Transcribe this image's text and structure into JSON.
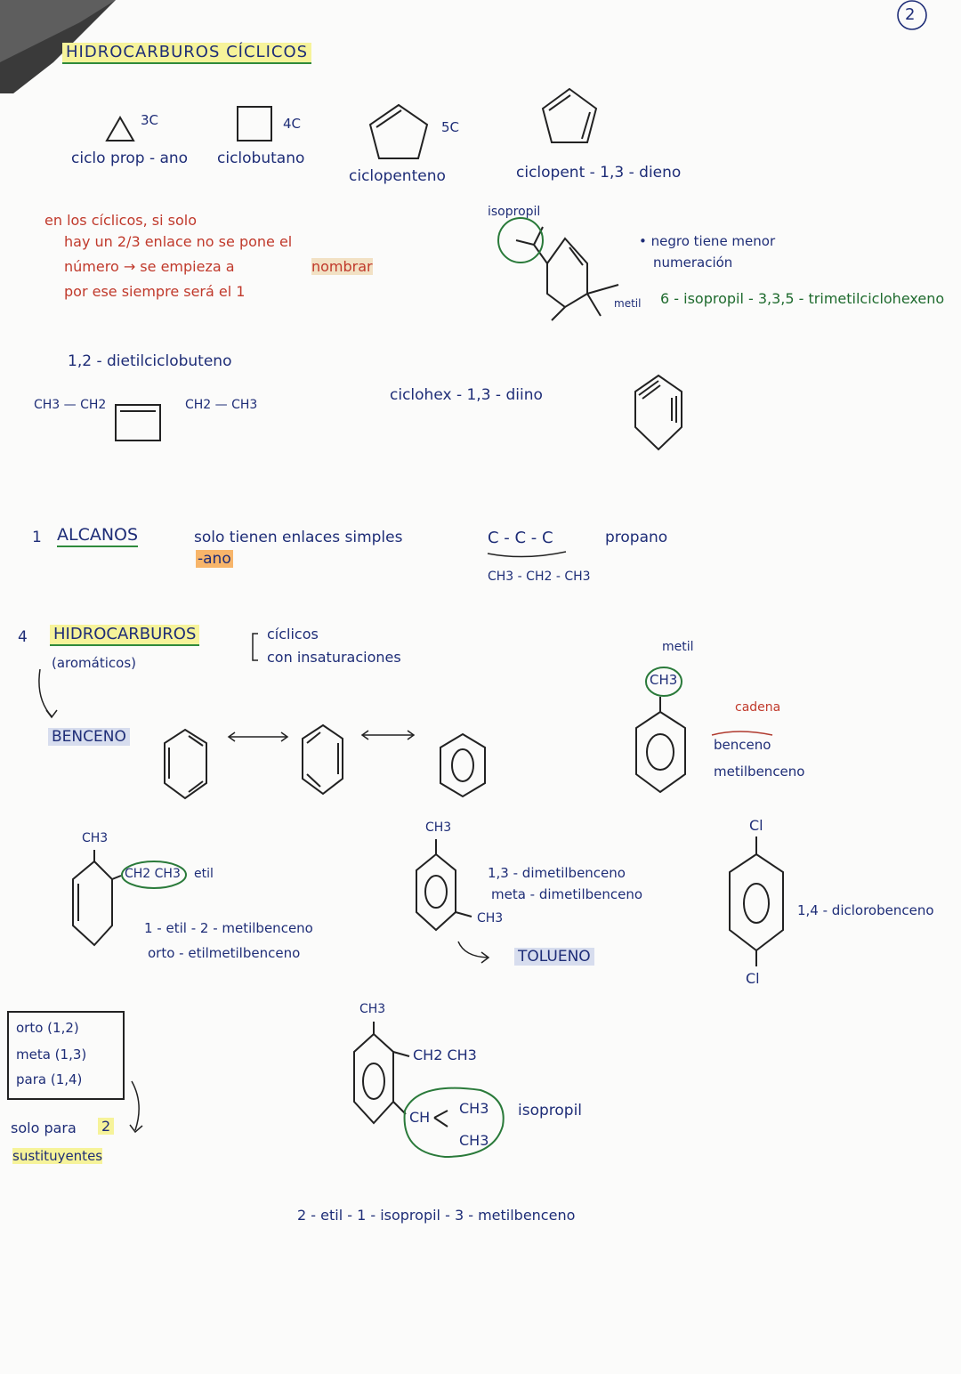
{
  "page_number": "2",
  "cyclic": {
    "heading": "HIDROCARBUROS CÍCLICOS",
    "triangle_count": "3C",
    "triangle_name": "ciclo prop - ano",
    "square_count": "4C",
    "square_name": "ciclobutano",
    "pentene_count": "5C",
    "pentene_name": "ciclopenteno",
    "pentadiene_name": "ciclopent - 1,3 - dieno",
    "rule_note_line1": "en los cíclicos, si solo",
    "rule_note_line2": "hay un 2/3 enlace no se pone el",
    "rule_note_line3": "número → se empieza a",
    "rule_note_highlight": "nombrar",
    "rule_note_line4": "por ese siempre será el 1",
    "isopropyl_label": "isopropil",
    "methyl_label": "metil",
    "numbering_note_line1": "• negro tiene menor",
    "numbering_note_line2": "numeración",
    "hexene_name": "6 - isopropil - 3,3,5 - trimetilciclohexeno",
    "diethyl_name": "1,2 - dietilciclobuteno",
    "diethyl_left": "CH3 — CH2",
    "diethyl_right": "CH2 — CH3",
    "diyne_name": "ciclohex - 1,3 - diino"
  },
  "alkanes": {
    "number": "1",
    "heading": "ALCANOS",
    "desc": "solo tienen enlaces simples",
    "suffix": "-ano",
    "chain": "C - C - C",
    "chain_name": "propano",
    "formula": "CH3 - CH2 - CH3"
  },
  "aromatics": {
    "number": "4",
    "heading": "HIDROCARBUROS",
    "sub": "(aromáticos)",
    "bracket_line1": "cíclicos",
    "bracket_line2": "con insaturaciones",
    "benzene": "BENCENO",
    "methyl_label": "metil",
    "ch3": "CH3",
    "chain_label": "cadena",
    "benzene_word": "benceno",
    "methylbenzene": "metilbenceno",
    "ethyl_group": "CH2 CH3",
    "ethyl_label": "etil",
    "ethyl_name1": "1 - etil - 2 - metilbenceno",
    "ethyl_name2": "orto - etilmetilbenceno",
    "dimethyl_name1": "1,3 - dimetilbenceno",
    "dimethyl_name2": "meta - dimetilbenceno",
    "toluene": "TOLUENO",
    "cl": "Cl",
    "dichloro_name": "1,4 - diclorobenceno",
    "legend": [
      "orto (1,2)",
      "meta (1,3)",
      "para (1,4)"
    ],
    "legend_note1": "solo para",
    "legend_note_num": "2",
    "legend_note2": "sustituyentes",
    "final_ethyl": "CH2 CH3",
    "final_ch": "CH",
    "final_isopropyl": "isopropil",
    "final_name": "2 - etil - 1 - isopropil - 3 - metilbenceno"
  }
}
